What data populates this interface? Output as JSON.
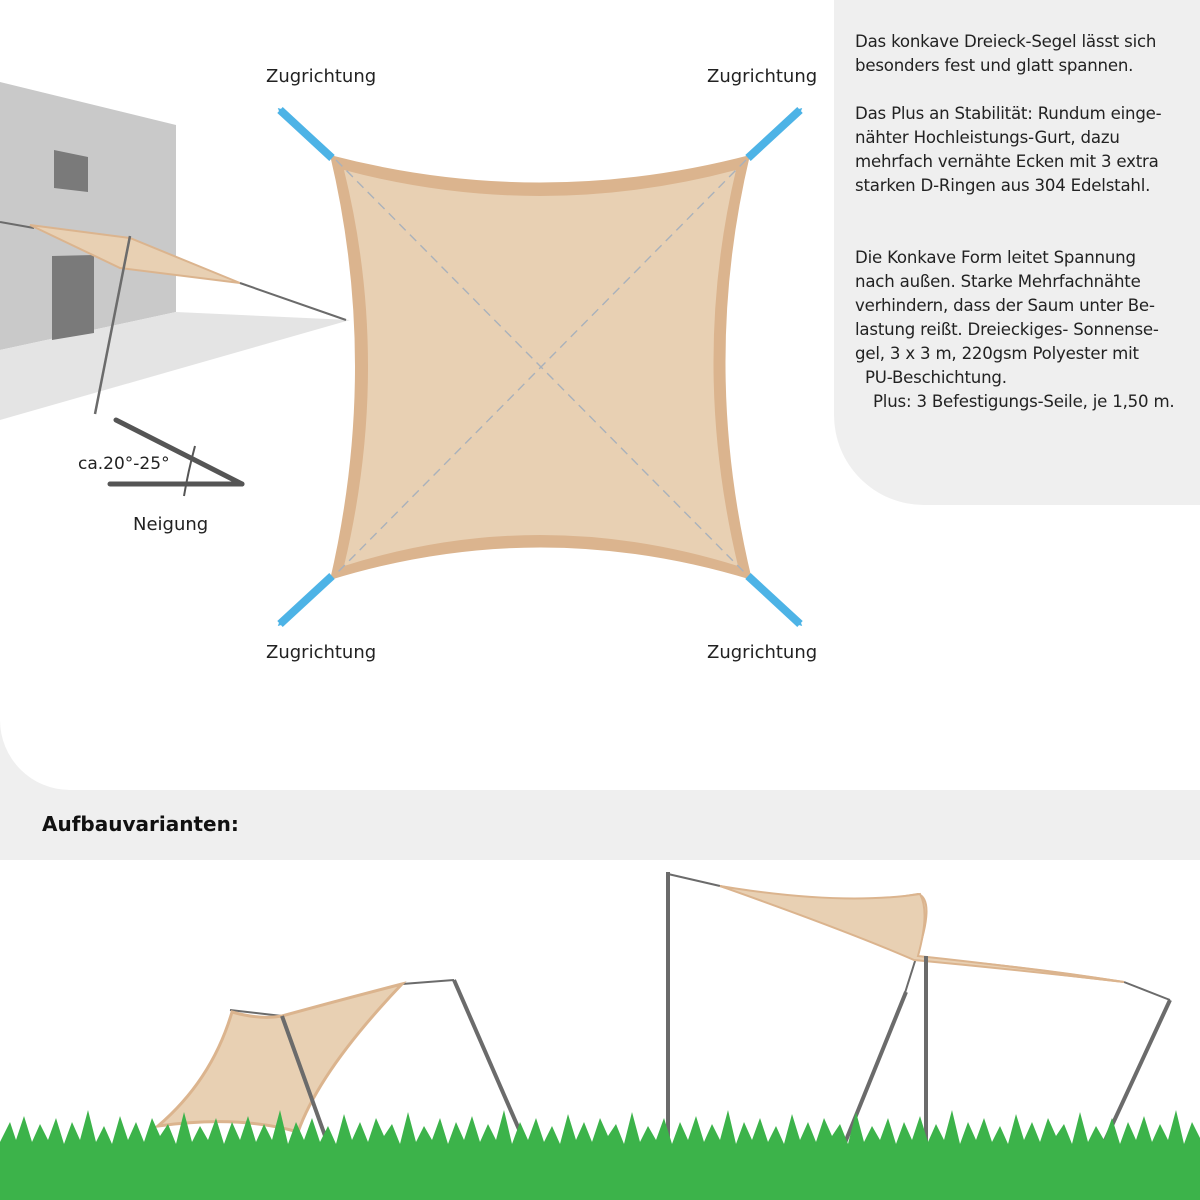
{
  "heading_setup": "Aufbauvarianten:",
  "pull_labels": [
    "Zugrichtung",
    "Zugrichtung",
    "Zugrichtung",
    "Zugrichtung"
  ],
  "angle_label": "ca.20°-25°",
  "slope_label": "Neigung",
  "description": {
    "p1": [
      "Das konkave Dreieck-Segel lässt sich",
      "besonders fest und glatt spannen."
    ],
    "p2": [
      "Das Plus an Stabilität: Rundum einge-",
      "nähter Hochleistungs-Gurt, dazu",
      "mehrfach vernähte Ecken mit 3 extra",
      "starken D-Ringen aus 304 Edelstahl."
    ],
    "p3": [
      "Die Konkave Form leitet Spannung",
      "nach außen. Starke Mehrfachnähte",
      "verhindern, dass der Saum unter Be-",
      "lastung reißt. Dreieckiges- Sonnense-",
      "gel, 3 x 3 m, 220gsm Polyester mit",
      "PU-Beschichtung.",
      "Plus: 3 Befestigungs-Seile, je 1,50 m."
    ]
  },
  "colors": {
    "sail_fill": "#e8d0b3",
    "sail_hem": "#dbb48e",
    "arrow": "#4db3e6",
    "grass": "#3cb34a",
    "pole": "#6b6b6b",
    "wall": "#c9c9c9",
    "panel": "#efefef"
  }
}
